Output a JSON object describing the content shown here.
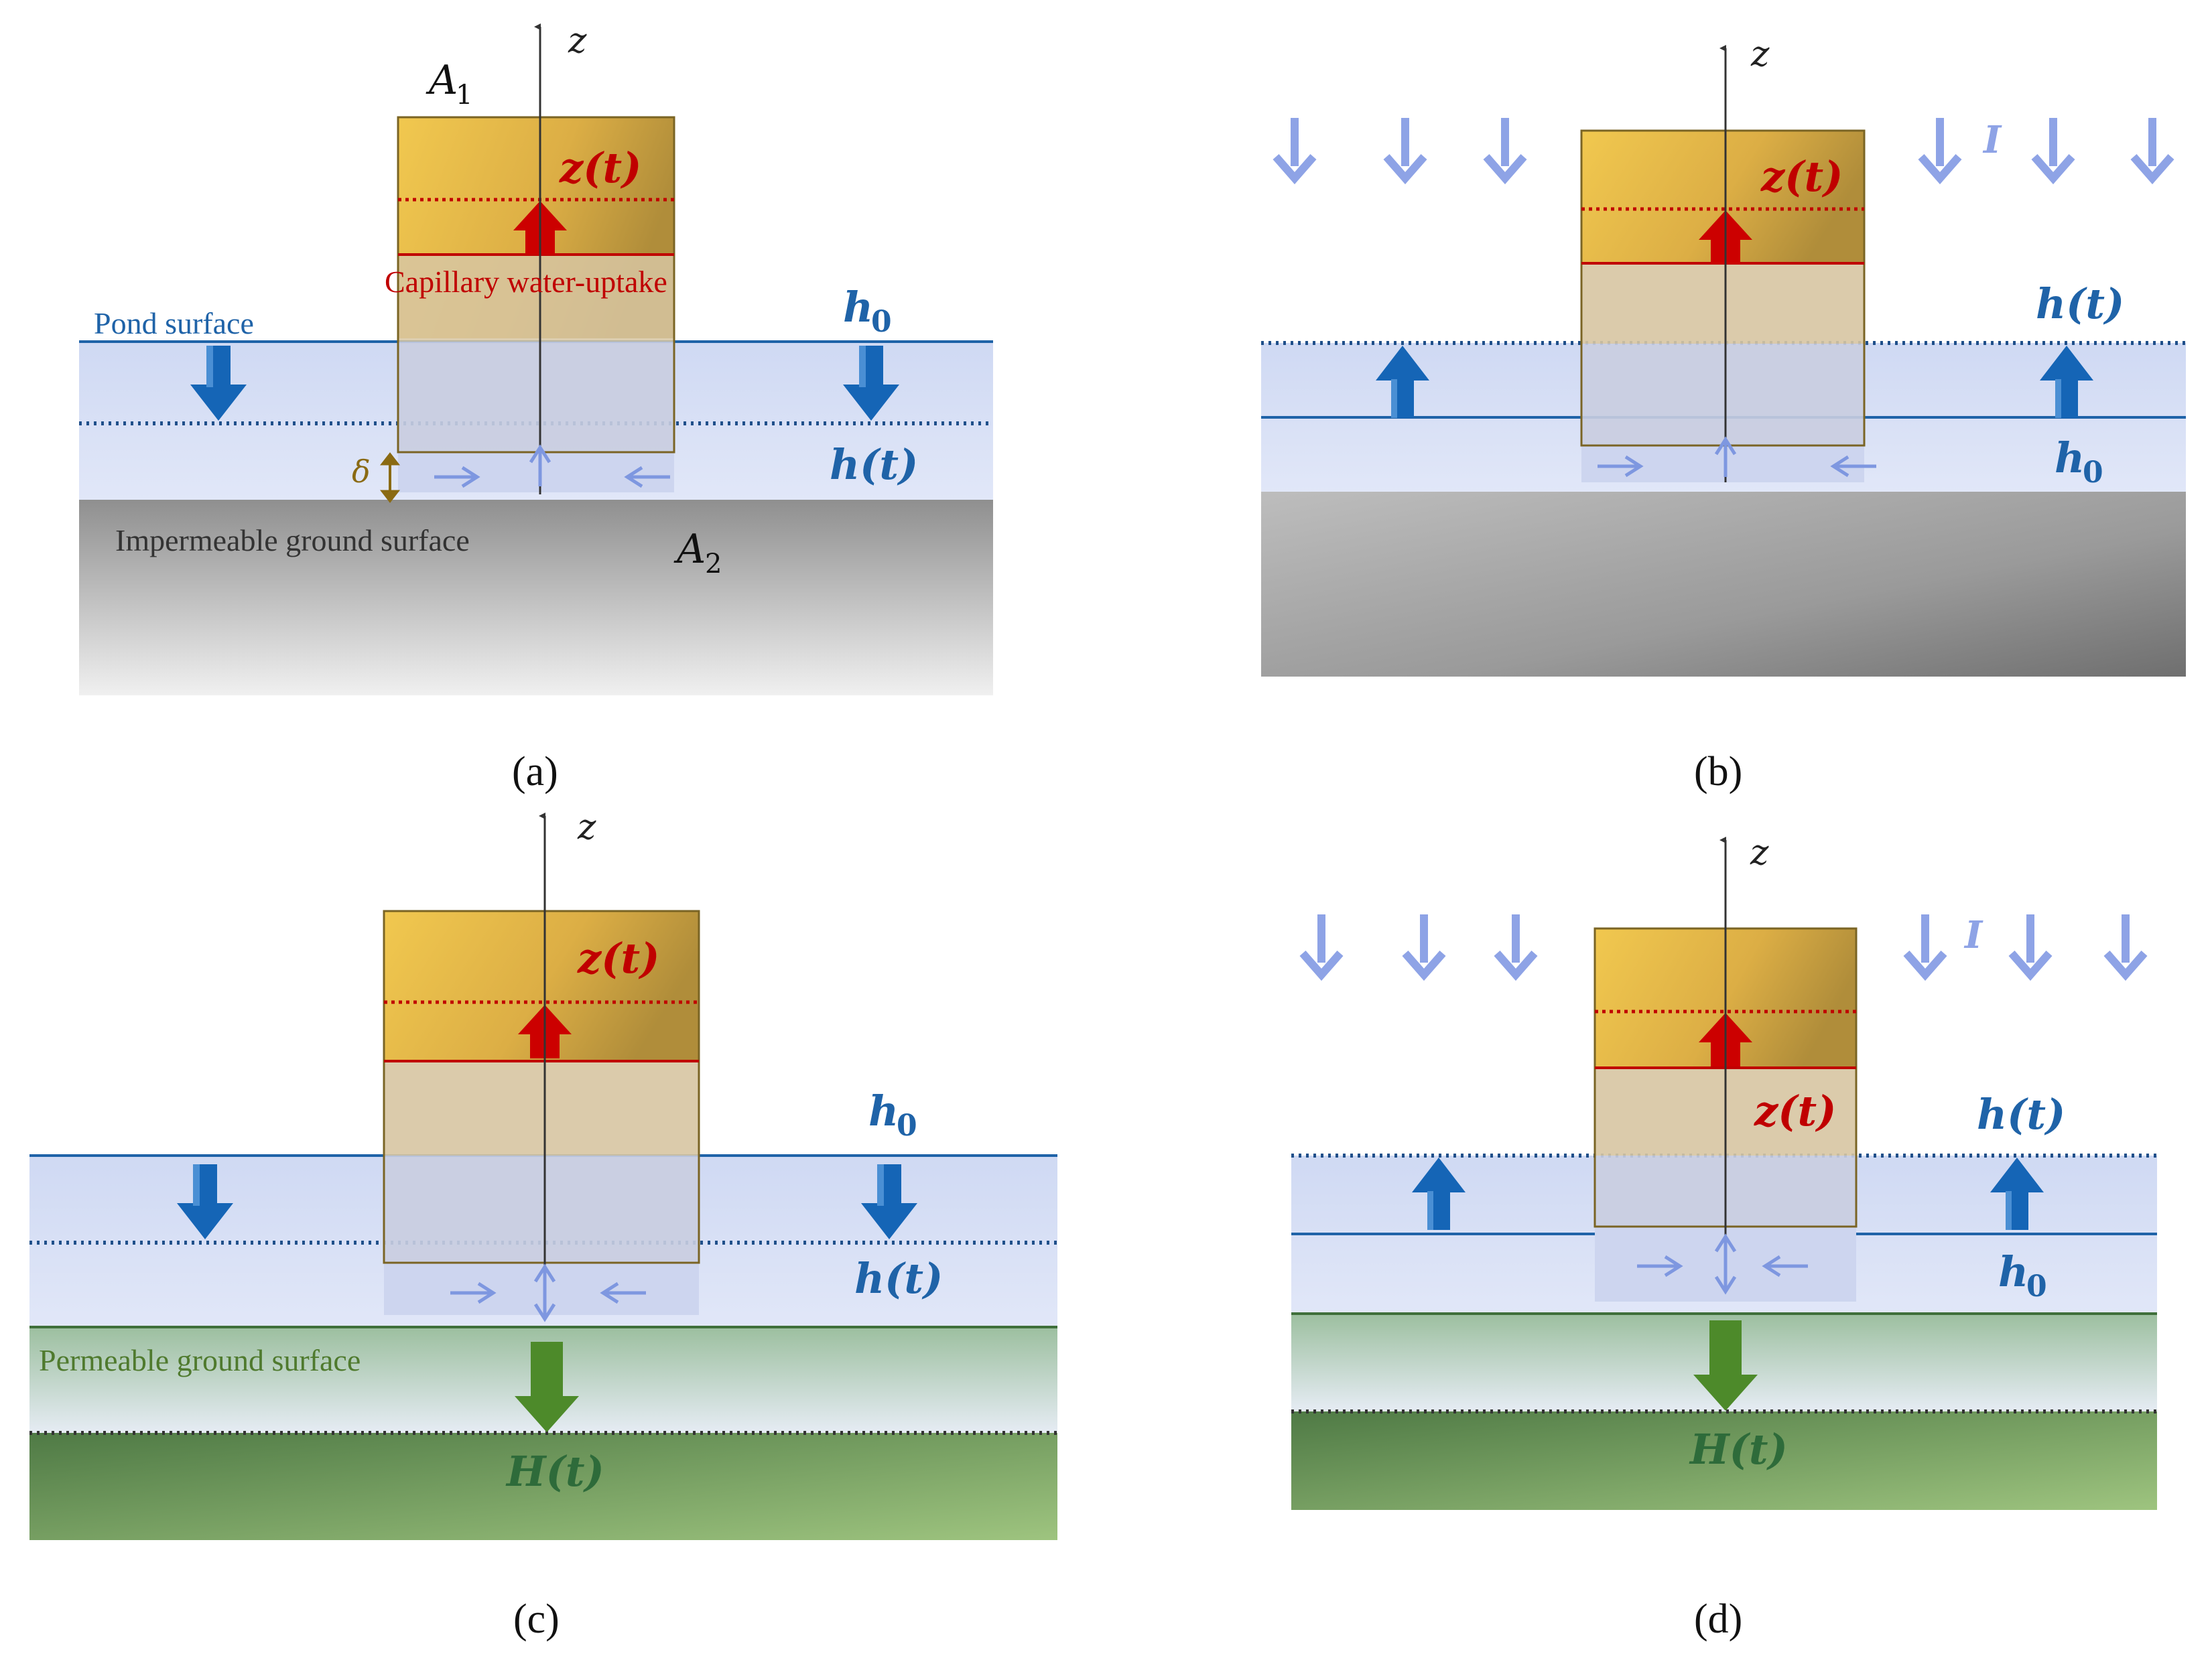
{
  "colors": {
    "water": "#d8e0f5",
    "water_line": "#1f63a8",
    "arrow_blue": "#1565b6",
    "arrow_light": "#8ea3e6",
    "red": "#c00000",
    "sample_top": "#e9bc4c",
    "sample_bottom": "#b89a3e",
    "ground_gray": "#9e9e9e",
    "ground_green": "#5f8a4f",
    "green_text": "#2e6b3a",
    "brown": "#8a6a13"
  },
  "panels": {
    "a": {
      "caption": "(a)",
      "axis_label": "z",
      "area_top": "A",
      "area_top_sub": "1",
      "area_bottom": "A",
      "area_bottom_sub": "2",
      "front_label": "z(t)",
      "uptake_label": "Capillary water-uptake",
      "pond_label": "Pond surface",
      "h0_main": "h",
      "h0_sub": "0",
      "ht_label": "h(t)",
      "gap_label": "δ",
      "ground_label": "Impermeable ground surface"
    },
    "b": {
      "caption": "(b)",
      "axis_label": "z",
      "front_label": "z(t)",
      "rain_label": "I",
      "ht_label": "h(t)",
      "h0_main": "h",
      "h0_sub": "0"
    },
    "c": {
      "caption": "(c)",
      "axis_label": "z",
      "front_label": "z(t)",
      "h0_main": "h",
      "h0_sub": "0",
      "ht_label": "h(t)",
      "ground_label": "Permeable ground surface",
      "Ht_label": "H(t)"
    },
    "d": {
      "caption": "(d)",
      "axis_label": "z",
      "front_label": "z(t)",
      "rain_label": "I",
      "ht_label": "h(t)",
      "h0_main": "h",
      "h0_sub": "0",
      "Ht_label": "H(t)"
    }
  }
}
